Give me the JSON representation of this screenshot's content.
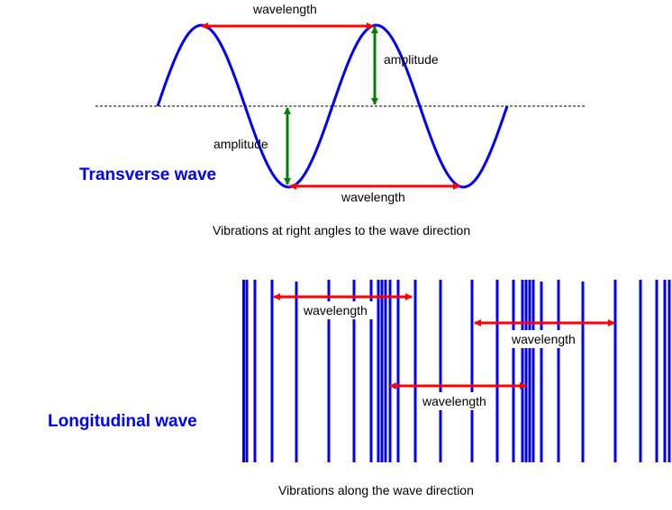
{
  "transverse": {
    "title": "Transverse wave",
    "wavelength_top": "wavelength",
    "wavelength_bottom": "wavelength",
    "amplitude_right": "amplitude",
    "amplitude_left": "amplitude",
    "caption": "Vibrations at right angles to the wave direction"
  },
  "longitudinal": {
    "title": "Longitudinal wave",
    "wavelength_1": "wavelength",
    "wavelength_2": "wavelength",
    "wavelength_3": "wavelength",
    "caption": "Vibrations along the wave direction"
  },
  "colors": {
    "wave": "#0000ff",
    "wavelength_arrow": "#ff0000",
    "amplitude_arrow": "#008000"
  }
}
